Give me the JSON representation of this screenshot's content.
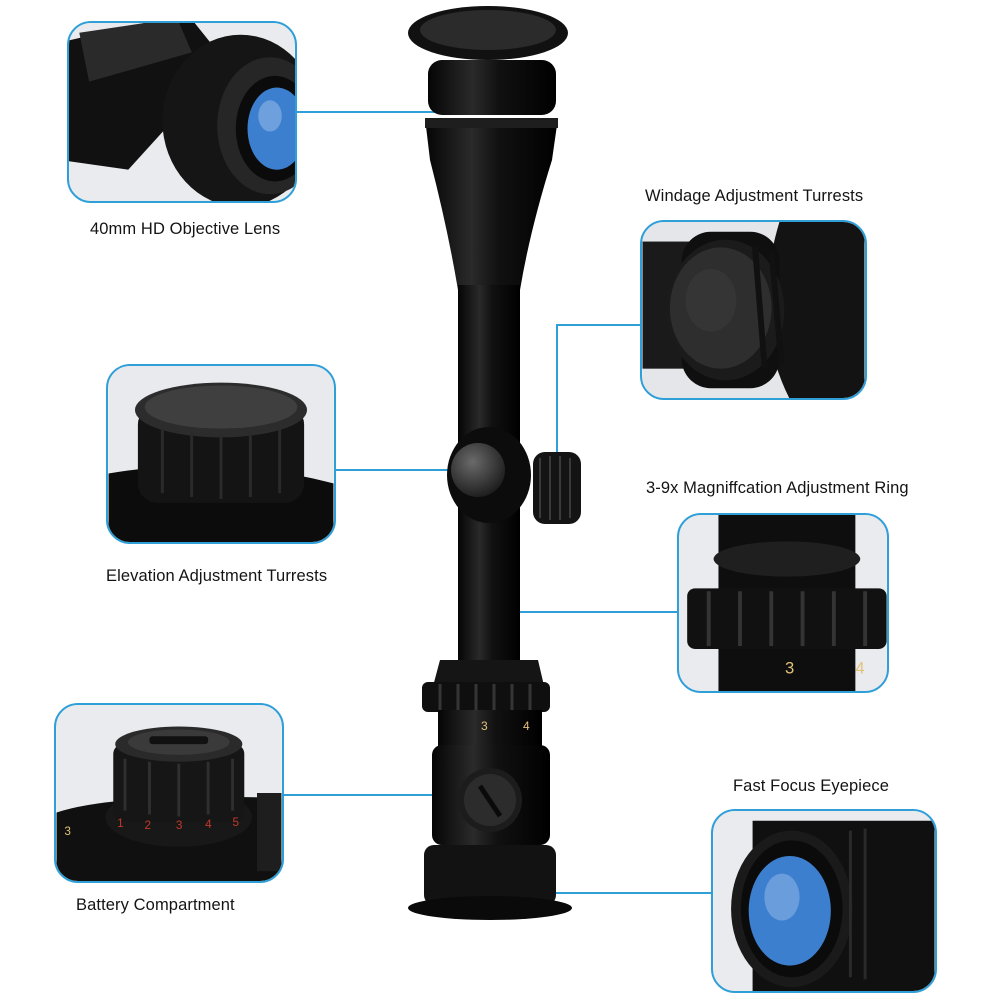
{
  "features": {
    "objective": {
      "label": "40mm HD Objective Lens",
      "icon": "objective-lens-icon"
    },
    "windage": {
      "label": "Windage Adjustment Turrests",
      "icon": "windage-turret-icon"
    },
    "elevation": {
      "label": "Elevation Adjustment Turrests",
      "icon": "elevation-turret-icon"
    },
    "magnification": {
      "label": "3-9x Magniffcation Adjustment Ring",
      "icon": "magnification-ring-icon",
      "marks": [
        "3",
        "4"
      ]
    },
    "battery": {
      "label": "Battery Compartment",
      "icon": "battery-cap-icon",
      "marks": [
        "1",
        "2",
        "3",
        "4",
        "5"
      ],
      "side_mark": "3"
    },
    "eyepiece": {
      "label": "Fast Focus Eyepiece",
      "icon": "eyepiece-lens-icon"
    }
  },
  "scope": {
    "ring_marks": [
      "3",
      "4"
    ]
  },
  "colors": {
    "accent": "#2f9fd8",
    "scope_body": "#0d0d0d",
    "lens": "#3d7fcf",
    "text": "#141414"
  }
}
